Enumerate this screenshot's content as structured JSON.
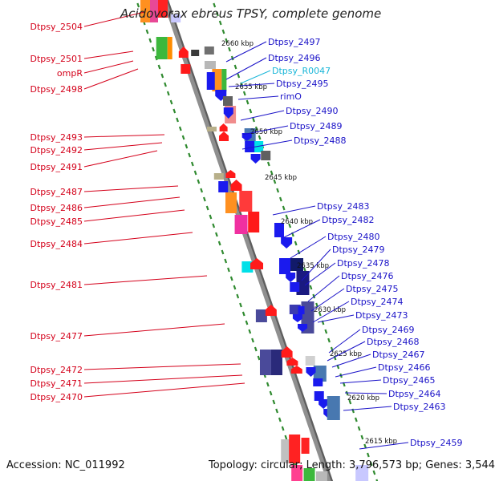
{
  "title": "Acidovorax ebreus TPSY, complete genome",
  "footer": {
    "accession": "Accession: NC_011992",
    "topology": "Topology: circular; Length: 3,796,573 bp; Genes: 3,544"
  },
  "colors": {
    "left_label": "#d4001a",
    "right_label": "#1a12c8",
    "rna_label": "#19b6d8",
    "backbone": "#8f8f8f",
    "dots": "#2f8a2f"
  },
  "kbp_ticks": [
    "2660 kbp",
    "2655 kbp",
    "2650 kbp",
    "2645 kbp",
    "2640 kbp",
    "2635 kbp",
    "2630 kbp",
    "2625 kbp",
    "2620 kbp",
    "2615 kbp"
  ],
  "left_labels": [
    "Dtpsy_2504",
    "Dtpsy_2501",
    "ompR",
    "Dtpsy_2498",
    "Dtpsy_2493",
    "Dtpsy_2492",
    "Dtpsy_2491",
    "Dtpsy_2487",
    "Dtpsy_2486",
    "Dtpsy_2485",
    "Dtpsy_2484",
    "Dtpsy_2481",
    "Dtpsy_2477",
    "Dtpsy_2472",
    "Dtpsy_2471",
    "Dtpsy_2470"
  ],
  "right_labels": [
    "Dtpsy_2497",
    "Dtpsy_2496",
    "Dtpsy_R0047",
    "Dtpsy_2495",
    "rimO",
    "Dtpsy_2490",
    "Dtpsy_2489",
    "Dtpsy_2488",
    "Dtpsy_2483",
    "Dtpsy_2482",
    "Dtpsy_2480",
    "Dtpsy_2479",
    "Dtpsy_2478",
    "Dtpsy_2476",
    "Dtpsy_2475",
    "Dtpsy_2474",
    "Dtpsy_2473",
    "Dtpsy_2469",
    "Dtpsy_2468",
    "Dtpsy_2467",
    "Dtpsy_2466",
    "Dtpsy_2465",
    "Dtpsy_2464",
    "Dtpsy_2463",
    "Dtpsy_2459"
  ]
}
